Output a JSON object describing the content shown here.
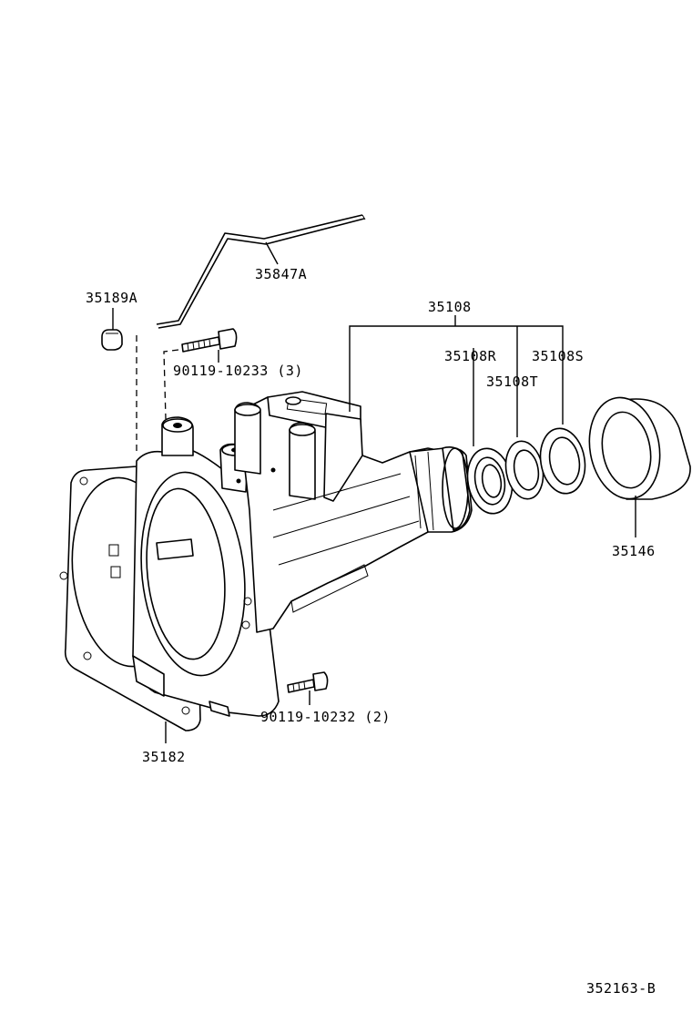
{
  "labels": {
    "breather_tube": "35847A",
    "plug": "35189A",
    "bolt_upper": "90119-10233 (3)",
    "bolt_lower": "90119-10232 (2)",
    "assembly": "35108",
    "sub_r": "35108R",
    "sub_t": "35108T",
    "sub_s": "35108S",
    "dust_cover": "35146",
    "gasket": "35182",
    "figure_id": "352163-B"
  }
}
